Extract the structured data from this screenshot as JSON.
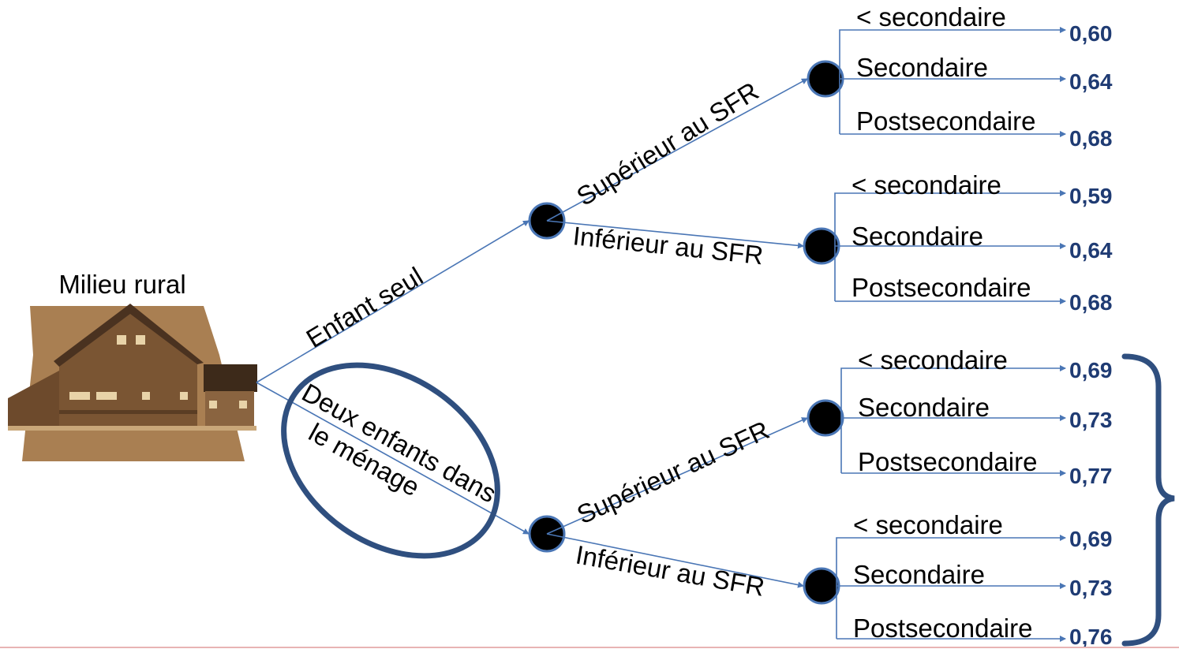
{
  "root": {
    "label": "Milieu rural"
  },
  "level1": [
    {
      "label": "Enfant seul"
    },
    {
      "label": "Deux enfants dans le ménage",
      "lines": [
        "Deux enfants dans",
        "le ménage"
      ]
    }
  ],
  "level2": [
    {
      "label": "Supérieur au SFR"
    },
    {
      "label": "Inférieur au SFR"
    },
    {
      "label": "Supérieur au SFR"
    },
    {
      "label": "Inférieur au SFR"
    }
  ],
  "leaves": [
    {
      "label": "< secondaire",
      "value": "0,60"
    },
    {
      "label": "Secondaire",
      "value": "0,64"
    },
    {
      "label": "Postsecondaire",
      "value": "0,68"
    },
    {
      "label": "< secondaire",
      "value": "0,59"
    },
    {
      "label": "Secondaire",
      "value": "0,64"
    },
    {
      "label": "Postsecondaire",
      "value": "0,68"
    },
    {
      "label": "< secondaire",
      "value": "0,69"
    },
    {
      "label": "Secondaire",
      "value": "0,73"
    },
    {
      "label": "Postsecondaire",
      "value": "0,77"
    },
    {
      "label": "< secondaire",
      "value": "0,69"
    },
    {
      "label": "Secondaire",
      "value": "0,73"
    },
    {
      "label": "Postsecondaire",
      "value": "0,76"
    }
  ],
  "colors": {
    "edge": "#4a76b5",
    "node": "#000000",
    "value_text": "#1f3b73",
    "highlight": "#2f4f7f",
    "house": "#a0784f"
  }
}
